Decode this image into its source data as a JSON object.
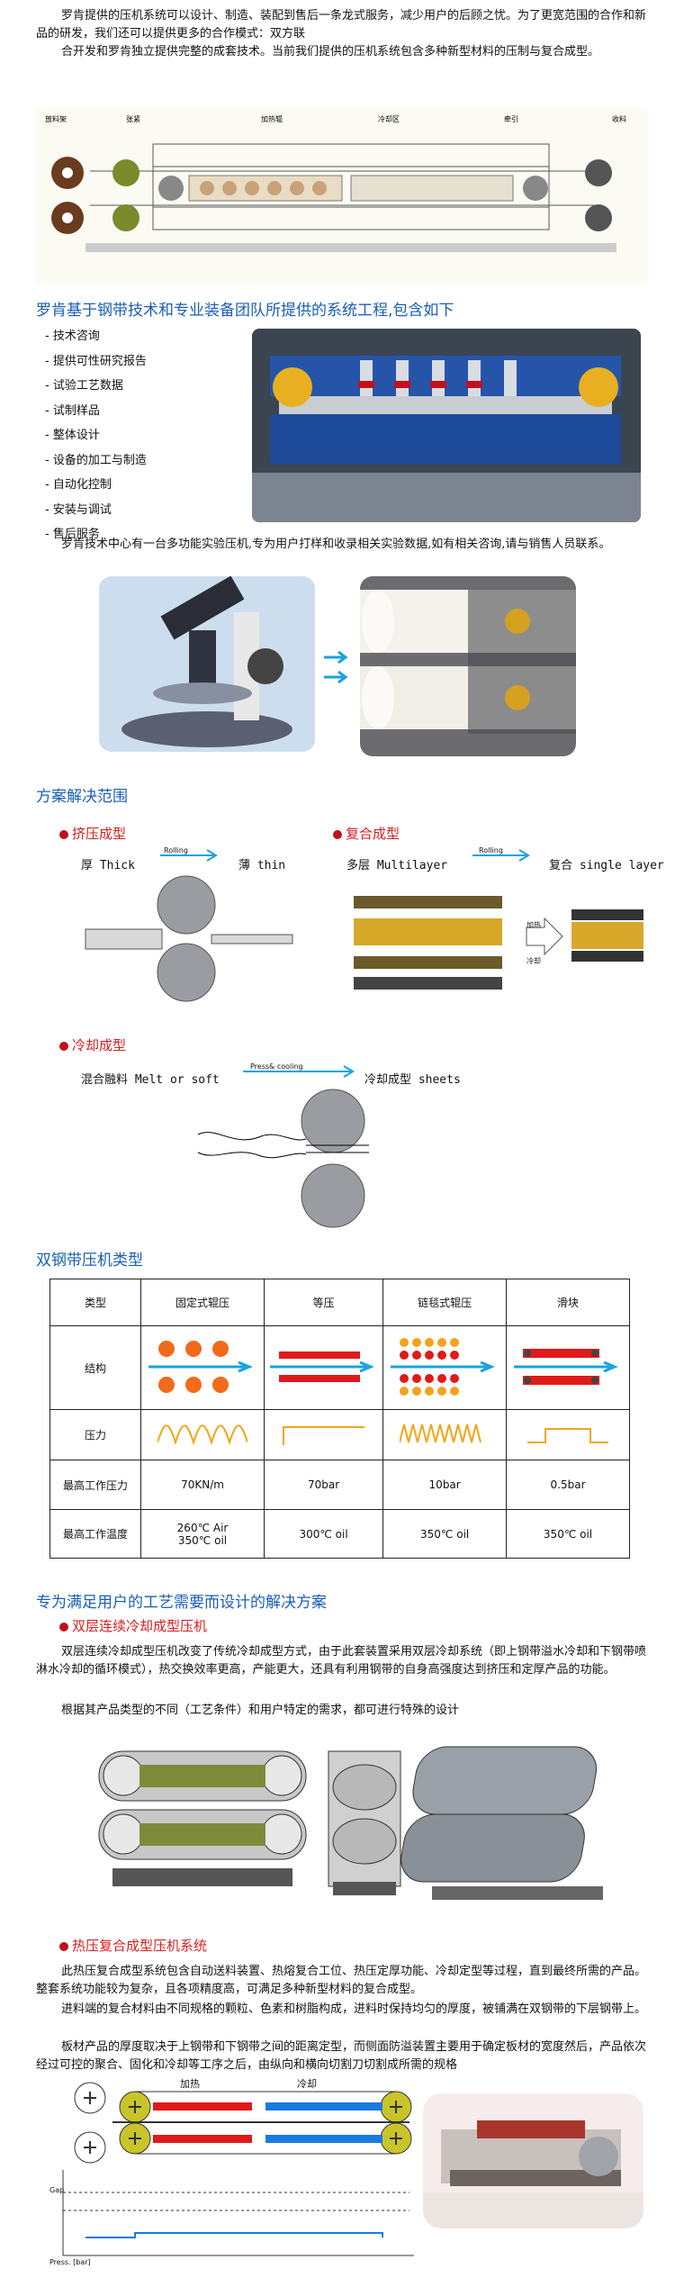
{
  "intro": {
    "line1": "罗肯提供的压机系统可以设计、制造、装配到售后一条龙式服务，减少用户的后顾之忧。为了更宽范围的合作和新品的研发，我们还可以提供更多的合作模式：双方联",
    "line2": "合开发和罗肯独立提供完整的成套技术。当前我们提供的压机系统包含多种新型材料的压制与复合成型。"
  },
  "diagram1": {
    "labels": [
      "放料架",
      "张紧",
      "加热辊",
      "冷却区",
      "牵引",
      "收料"
    ]
  },
  "section1": {
    "heading": "罗肯基于钢带技术和专业装备团队所提供的系统工程,包含如下",
    "services": [
      "技术咨询",
      "提供可性研究报告",
      "试验工艺数据",
      "试制样品",
      "整体设计",
      "设备的加工与制造",
      "自动化控制",
      "安装与调试",
      "售后服务"
    ]
  },
  "lab_text": "罗肯技术中心有一台多功能实验压机,专为用户打样和收录相关实验数据,如有相关咨询,请与销售人员联系。",
  "section2": {
    "heading": "方案解决范围",
    "extrusion": {
      "title": "挤压成型",
      "left": "厚 Thick",
      "arrow": "Rolling",
      "right": "薄 thin"
    },
    "composite": {
      "title": "复合成型",
      "left": "多层 Multilayer",
      "arrow": "Rolling",
      "right": "复合 single layer",
      "heat": "加热",
      "cool": "冷却"
    },
    "cooling": {
      "title": "冷却成型",
      "left": "混合融料 Melt or soft",
      "arrow": "Press& cooling",
      "right": "冷却成型 sheets"
    }
  },
  "section3": {
    "heading": "双钢带压机类型",
    "columns": [
      "类型",
      "固定式辊压",
      "等压",
      "链毯式辊压",
      "滑块"
    ],
    "rows": [
      {
        "label": "结构"
      },
      {
        "label": "压力"
      },
      {
        "label": "最高工作压力",
        "values": [
          "70KN/m",
          "70bar",
          "10bar",
          "0.5bar"
        ]
      },
      {
        "label": "最高工作温度",
        "values": [
          "260℃ Air\n350℃ oil",
          "300℃ oil",
          "350℃ oil",
          "350℃ oil"
        ]
      }
    ]
  },
  "section4": {
    "heading": "专为满足用户的工艺需要而设计的解决方案",
    "sub1": "双层连续冷却成型压机",
    "sub1_p1": "双层连续冷却成型压机改变了传统冷却成型方式，由于此套装置采用双层冷却系统（即上钢带溢水冷却和下钢带喷淋水冷却的循环模式），热交换效率更高，产能更大，还具有利用钢带的自身高强度达到挤压和定厚产品的功能。",
    "sub1_p2": "根据其产品类型的不同（工艺条件）和用户特定的需求，都可进行特殊的设计",
    "sub2": "热压复合成型压机系统",
    "sub2_p1": "此热压复合成型系统包含自动送料装置、热熔复合工位、热压定厚功能、冷却定型等过程，直到最终所需的产品。整套系统功能较为复杂，且各项精度高，可满足多种新型材料的复合成型。",
    "sub2_p2": "进料端的复合材料由不同规格的颗粒、色素和树脂构成，进料时保持均匀的厚度，被铺满在双钢带的下层钢带上。",
    "sub2_p3": "板材产品的厚度取决于上钢带和下钢带之间的距离定型，而侧面防溢装置主要用于确定板材的宽度然后，产品依次经过可控的聚合、固化和冷却等工序之后，由纵向和横向切割刀切割成所需的规格",
    "heat": "加热",
    "cool": "冷却",
    "gap": "Gap",
    "press": "Press. [bar]"
  }
}
